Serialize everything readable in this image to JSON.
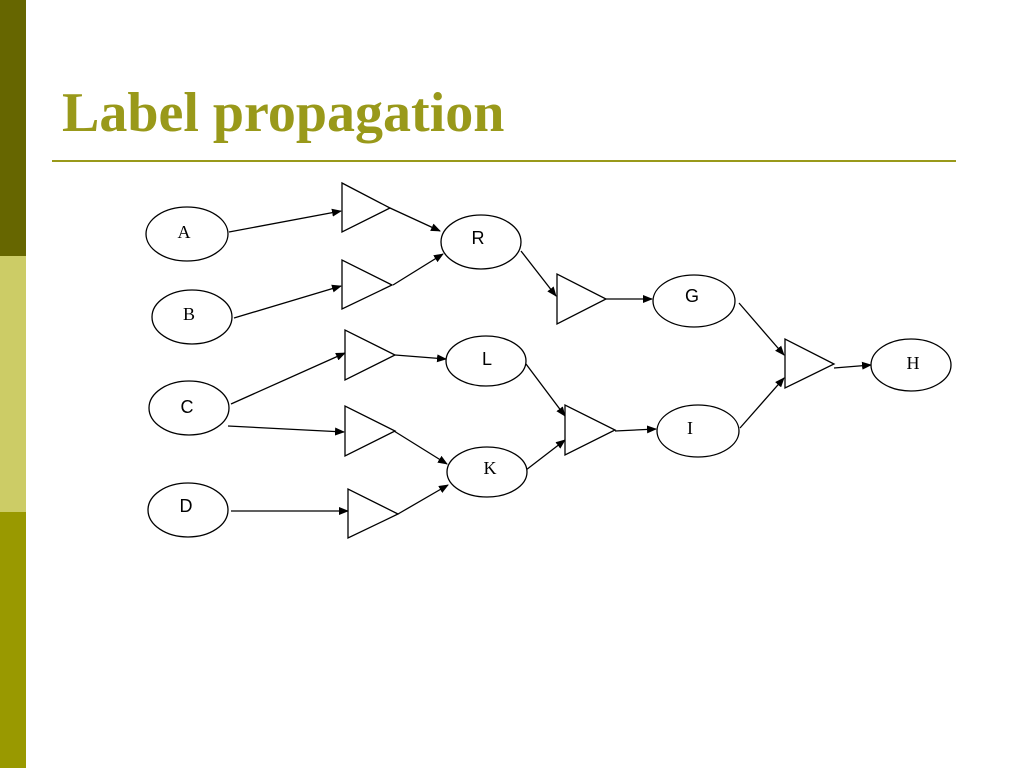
{
  "slide": {
    "title": "Label propagation",
    "colors": {
      "title": "#99991A",
      "rule": "#99991A",
      "sidebar": [
        "#666600",
        "#CCCC66",
        "#999900"
      ],
      "stroke": "#000000"
    }
  },
  "diagram": {
    "nodes": {
      "A": "A",
      "B": "B",
      "C": "C",
      "D": "D",
      "R": "R",
      "L": "L",
      "K": "K",
      "G": "G",
      "I": "I",
      "H": "H"
    },
    "edges": [
      [
        "A",
        "R"
      ],
      [
        "B",
        "R"
      ],
      [
        "C",
        "L"
      ],
      [
        "C",
        "K"
      ],
      [
        "D",
        "K"
      ],
      [
        "R",
        "G"
      ],
      [
        "L",
        "I"
      ],
      [
        "K",
        "I"
      ],
      [
        "G",
        "H"
      ],
      [
        "I",
        "H"
      ]
    ]
  }
}
